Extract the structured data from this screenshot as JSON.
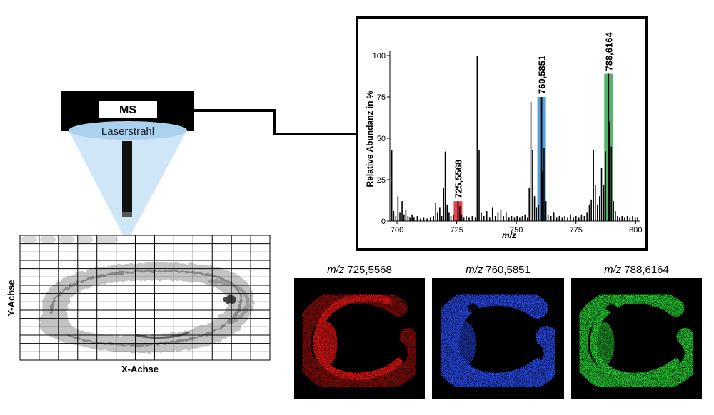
{
  "instrument": {
    "ms_label": "MS",
    "laser_label": "Laserstrahl"
  },
  "tissue": {
    "y_axis_label": "Y-Achse",
    "x_axis_label": "X-Achse"
  },
  "spectrum": {
    "ylabel": "Relative Abundanz in %",
    "xlabel": "m/z",
    "y_ticks": [
      "0",
      "25",
      "50",
      "75",
      "100"
    ],
    "x_ticks": [
      "700",
      "725",
      "750",
      "775",
      "800"
    ]
  },
  "chart_data": {
    "type": "bar",
    "xlabel": "m/z",
    "ylabel": "Relative Abundanz in %",
    "xlim": [
      697,
      802
    ],
    "ylim": [
      0,
      100
    ],
    "x_ticks": [
      700,
      725,
      750,
      775,
      800
    ],
    "y_ticks": [
      0,
      25,
      50,
      75,
      100
    ],
    "peaks": [
      [
        697.8,
        43
      ],
      [
        698.6,
        6
      ],
      [
        699.5,
        3
      ],
      [
        700.4,
        15
      ],
      [
        701.2,
        5
      ],
      [
        702.1,
        12
      ],
      [
        702.9,
        4
      ],
      [
        703.7,
        7
      ],
      [
        704.6,
        3
      ],
      [
        705.4,
        2
      ],
      [
        706.3,
        4
      ],
      [
        707.1,
        2
      ],
      [
        708.5,
        3
      ],
      [
        709.8,
        1.5
      ],
      [
        711.2,
        2
      ],
      [
        712.6,
        1.5
      ],
      [
        714,
        2
      ],
      [
        715.3,
        3
      ],
      [
        716.2,
        11
      ],
      [
        717,
        5
      ],
      [
        717.9,
        8
      ],
      [
        718.7,
        3
      ],
      [
        719.5,
        20
      ],
      [
        720.2,
        42
      ],
      [
        721,
        10
      ],
      [
        721.8,
        5
      ],
      [
        722.6,
        3
      ],
      [
        723.6,
        4
      ],
      [
        726.3,
        9
      ],
      [
        727.1,
        4
      ],
      [
        728,
        2
      ],
      [
        729,
        3
      ],
      [
        730.2,
        2
      ],
      [
        731.5,
        3
      ],
      [
        732.8,
        2
      ],
      [
        733.6,
        100
      ],
      [
        734.4,
        43
      ],
      [
        735.3,
        5
      ],
      [
        736.4,
        3
      ],
      [
        737.6,
        6
      ],
      [
        738.8,
        2
      ],
      [
        740,
        8
      ],
      [
        741.2,
        3
      ],
      [
        742.3,
        5
      ],
      [
        743.5,
        7
      ],
      [
        744.6,
        3
      ],
      [
        745.7,
        5
      ],
      [
        746.9,
        2
      ],
      [
        748,
        3
      ],
      [
        749.2,
        2
      ],
      [
        750.3,
        3
      ],
      [
        751.4,
        2
      ],
      [
        752.5,
        3
      ],
      [
        753.6,
        4
      ],
      [
        754.7,
        2
      ],
      [
        755.4,
        20
      ],
      [
        756.1,
        72
      ],
      [
        756.8,
        43
      ],
      [
        757.6,
        15
      ],
      [
        758.4,
        8
      ],
      [
        759.3,
        10
      ],
      [
        760.9,
        30
      ],
      [
        761.6,
        44
      ],
      [
        762.4,
        12
      ],
      [
        763.3,
        4
      ],
      [
        764.5,
        3
      ],
      [
        765.7,
        5
      ],
      [
        766.9,
        2
      ],
      [
        768,
        3
      ],
      [
        769.2,
        2
      ],
      [
        770.3,
        3
      ],
      [
        771.5,
        2
      ],
      [
        772.7,
        4
      ],
      [
        773.9,
        2
      ],
      [
        775,
        3
      ],
      [
        776.2,
        2
      ],
      [
        777.3,
        4
      ],
      [
        778.5,
        3
      ],
      [
        779.6,
        5
      ],
      [
        780.6,
        10
      ],
      [
        781.4,
        13
      ],
      [
        782.3,
        43
      ],
      [
        783.1,
        22
      ],
      [
        784,
        10
      ],
      [
        784.9,
        15
      ],
      [
        785.7,
        32
      ],
      [
        786.6,
        22
      ],
      [
        787.4,
        42
      ],
      [
        789,
        60
      ],
      [
        789.8,
        45
      ],
      [
        790.7,
        12
      ],
      [
        791.5,
        6
      ],
      [
        792.4,
        3
      ],
      [
        793.3,
        2
      ],
      [
        794.3,
        3
      ],
      [
        795.4,
        2
      ],
      [
        796.5,
        3
      ],
      [
        797.6,
        2
      ],
      [
        798.7,
        3
      ],
      [
        799.8,
        2
      ],
      [
        800.8,
        2
      ]
    ],
    "highlights": [
      {
        "mz": 725.5568,
        "label": "725,5568",
        "value": 12,
        "color": "#e8202a"
      },
      {
        "mz": 760.5851,
        "label": "760,5851",
        "value": 75,
        "color": "#3a8fd6"
      },
      {
        "mz": 788.6164,
        "label": "788,6164",
        "value": 89,
        "color": "#35a854"
      }
    ]
  },
  "images": [
    {
      "label_prefix": "m/z",
      "label_value": "725,5568",
      "color": "#ff1010"
    },
    {
      "label_prefix": "m/z",
      "label_value": "760,5851",
      "color": "#2a50ff"
    },
    {
      "label_prefix": "m/z",
      "label_value": "788,6164",
      "color": "#22dd33"
    }
  ]
}
